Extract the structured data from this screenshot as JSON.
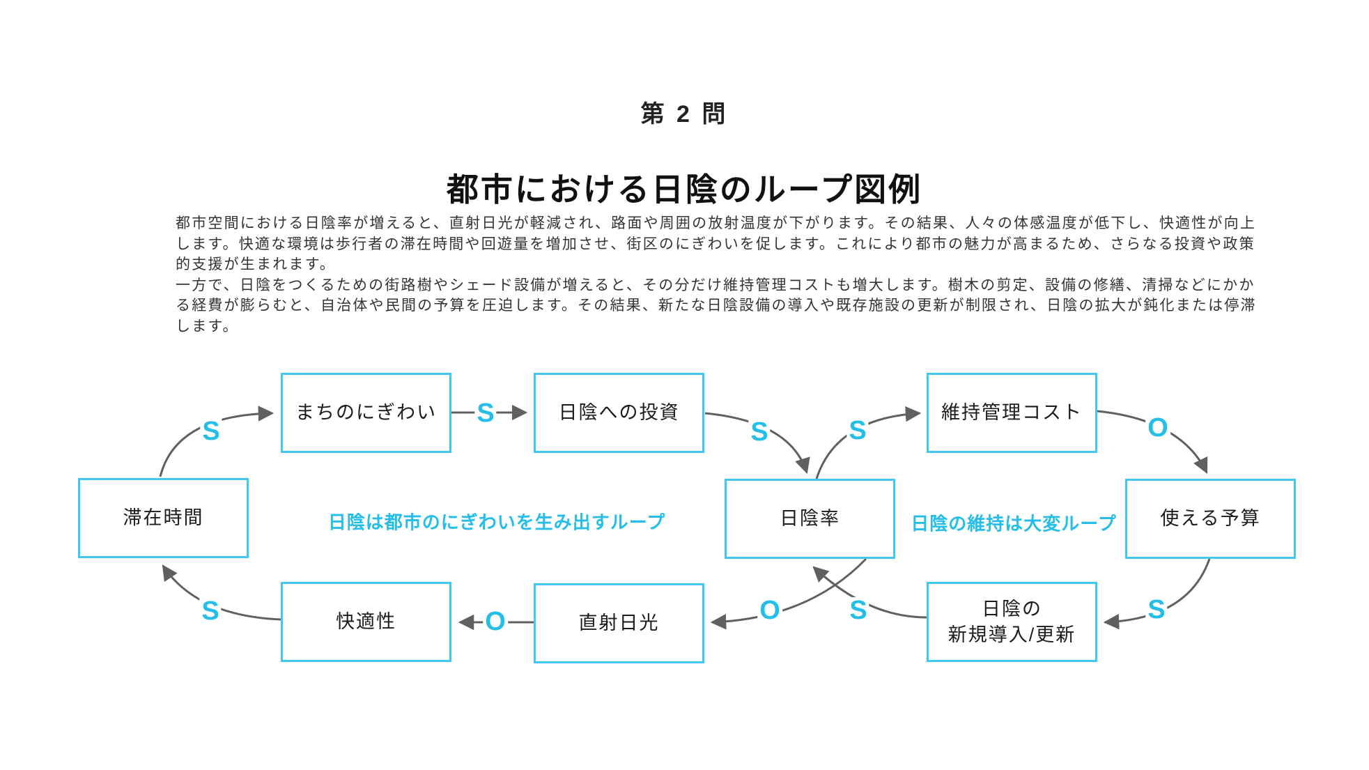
{
  "header": {
    "question_label": "第 2 問"
  },
  "title": {
    "text": "都市における日陰のループ図例"
  },
  "intro": {
    "lines": [
      "都市空間における日陰率が増えると、直射日光が軽減され、路面や周囲の放射温度が下がります。その結果、人々の体感温度が低下し、快適性が向上",
      "します。快適な環境は歩行者の滞在時間や回遊量を増加させ、街区のにぎわいを促します。これにより都市の魅力が高まるため、さらなる投資や政策",
      "的支援が生まれます。",
      "一方で、日陰をつくるための街路樹やシェード設備が増えると、その分だけ維持管理コストも増大します。樹木の剪定、設備の修繕、清掃などにかか",
      "る経費が膨らむと、自治体や民間の予算を圧迫します。その結果、新たな日陰設備の導入や既存施設の更新が制限され、日陰の拡大が鈍化または停滞",
      "します。"
    ]
  },
  "diagram": {
    "nodes": [
      {
        "id": "stay-time",
        "label": "滞在時間"
      },
      {
        "id": "town-buzz",
        "label": "まちのにぎわい"
      },
      {
        "id": "shade-invest",
        "label": "日陰への投資"
      },
      {
        "id": "shade-ratio",
        "label": "日陰率"
      },
      {
        "id": "maintenance",
        "label": "維持管理コスト"
      },
      {
        "id": "usable-budget",
        "label": "使える予算"
      },
      {
        "id": "comfort",
        "label": "快適性"
      },
      {
        "id": "direct-sun",
        "label": "直射日光"
      },
      {
        "id": "shade-renewal",
        "label": "日陰の\n新規導入/更新"
      }
    ],
    "marks": [
      {
        "text": "S"
      },
      {
        "text": "S"
      },
      {
        "text": "S"
      },
      {
        "text": "S"
      },
      {
        "text": "O"
      },
      {
        "text": "S"
      },
      {
        "text": "S"
      },
      {
        "text": "O"
      },
      {
        "text": "O"
      },
      {
        "text": "S"
      }
    ],
    "loops": [
      {
        "label": "日陰は都市のにぎわいを生み出すループ"
      },
      {
        "label": "日陰の維持は大変ループ"
      }
    ],
    "colors": {
      "accent": "#25bee8",
      "box_border": "#40c8f0",
      "arrow": "#606060",
      "text": "#1c1c1c"
    }
  }
}
